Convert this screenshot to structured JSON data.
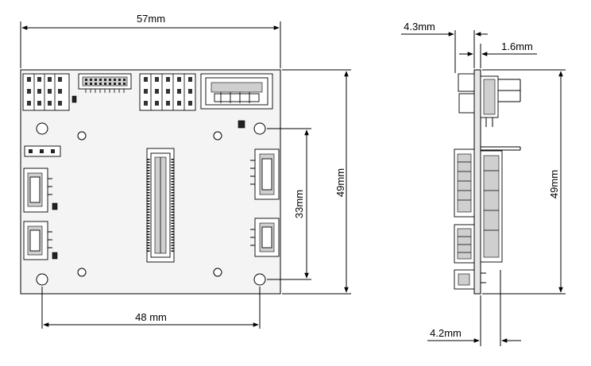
{
  "front_view": {
    "width_label": "57mm",
    "height_label": "49mm",
    "hole_vertical_label": "33mm",
    "hole_horizontal_label": "48 mm"
  },
  "side_view": {
    "top_offset_label": "4.3mm",
    "thickness_label": "1.6mm",
    "height_label": "49mm",
    "bottom_offset_label": "4.2mm"
  }
}
